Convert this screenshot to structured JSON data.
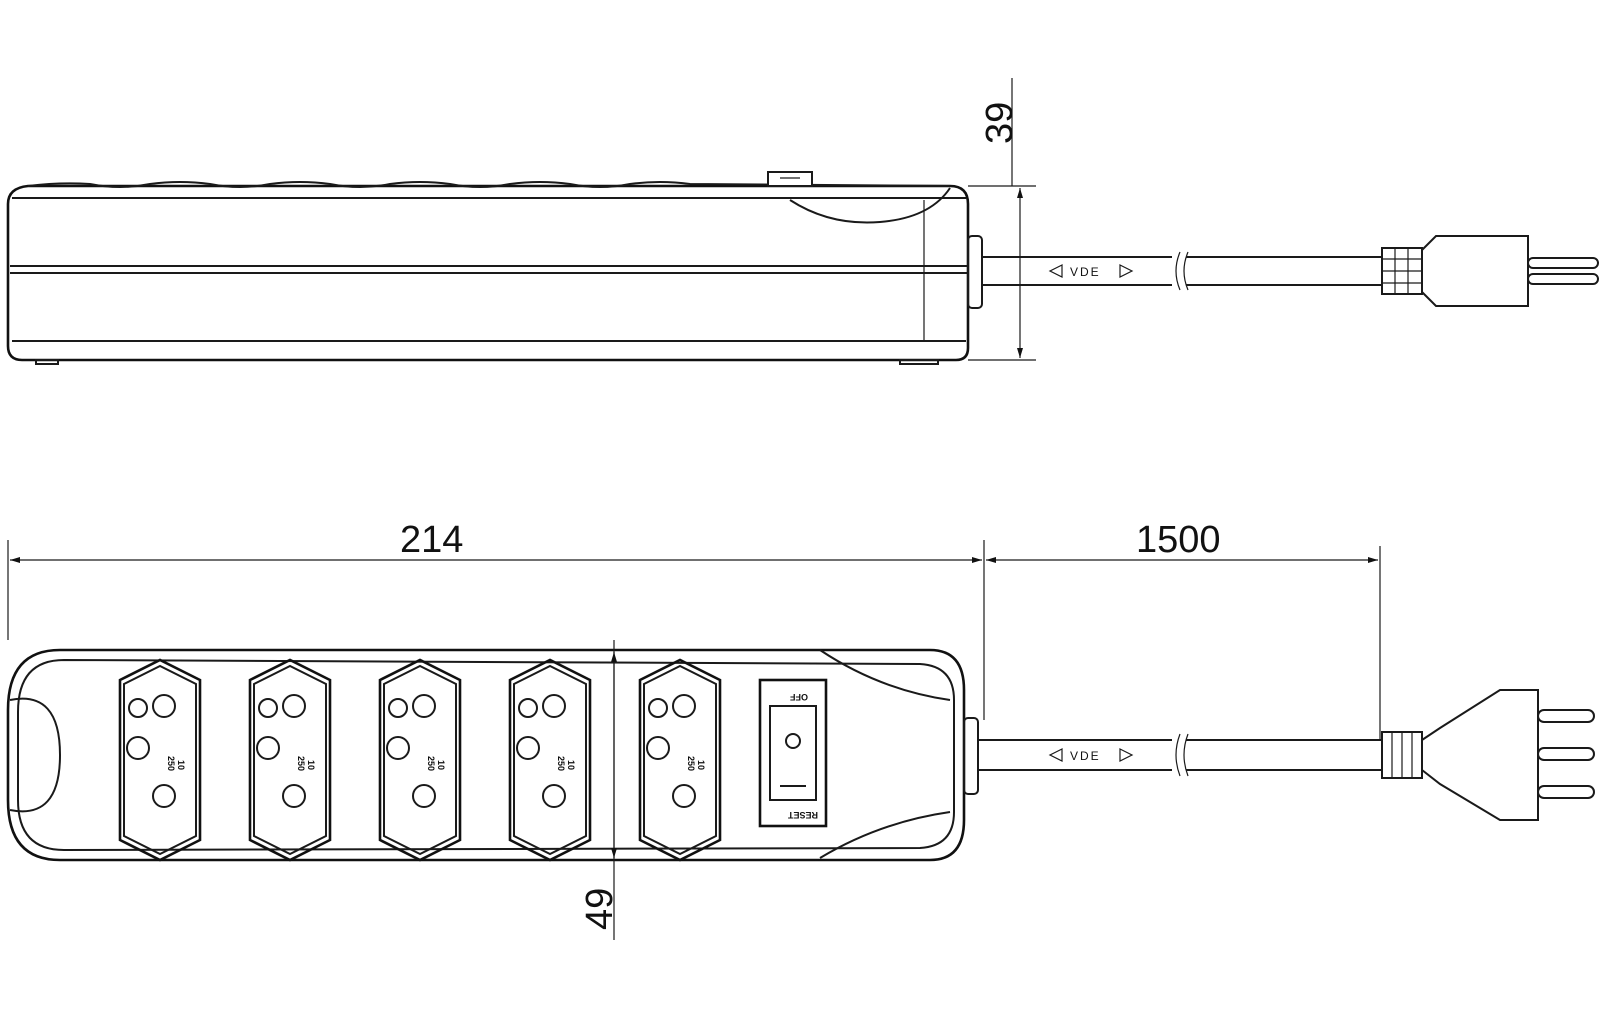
{
  "dimensions": {
    "height_side": "39",
    "length": "214",
    "cable_length": "1500",
    "width_top": "49"
  },
  "cable_marking": "VDE",
  "switch": {
    "off_label": "OFF",
    "reset_label": "RESET"
  },
  "socket_rating": {
    "current": "10",
    "voltage": "250"
  }
}
